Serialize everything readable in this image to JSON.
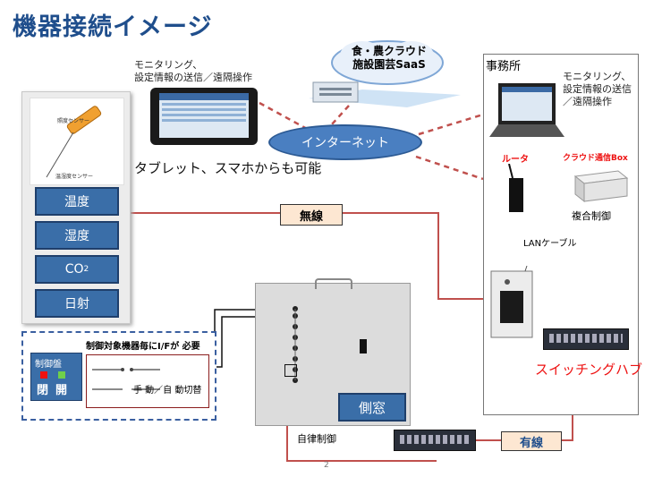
{
  "title": "機器接続イメージ",
  "cloud": {
    "line1": "食・農クラウド",
    "line2": "施設園芸SaaS"
  },
  "internet_label": "インターネット",
  "tablet": {
    "caption": "モニタリング、\n設定情報の送信／遠隔操作",
    "note": "タブレット、スマホからも可能"
  },
  "office": {
    "title": "事務所",
    "caption": "モニタリング、\n設定情報の送信\n／遠隔操作",
    "router": "ルータ",
    "box": "クラウド通信Box",
    "composite": "複合制御",
    "lan": "LANケーブル"
  },
  "sensors": {
    "temp": "温度",
    "humidity": "湿度",
    "co2": "CO",
    "co2_sub": "2",
    "solar": "日射",
    "img_label1": "照度センサー",
    "img_label2": "温湿度センサー"
  },
  "wireless_label": "無線",
  "wired_label": "有線",
  "switching_hub": "スイッチングハブ",
  "control": {
    "header": "制御対象機器毎にI/Fが 必要",
    "panel": "制御盤",
    "close": "閉",
    "open": "開",
    "toggle": "手 動／自 動切替"
  },
  "side_window": "側窓",
  "autonomous": "自律制御",
  "page_number": "2"
}
